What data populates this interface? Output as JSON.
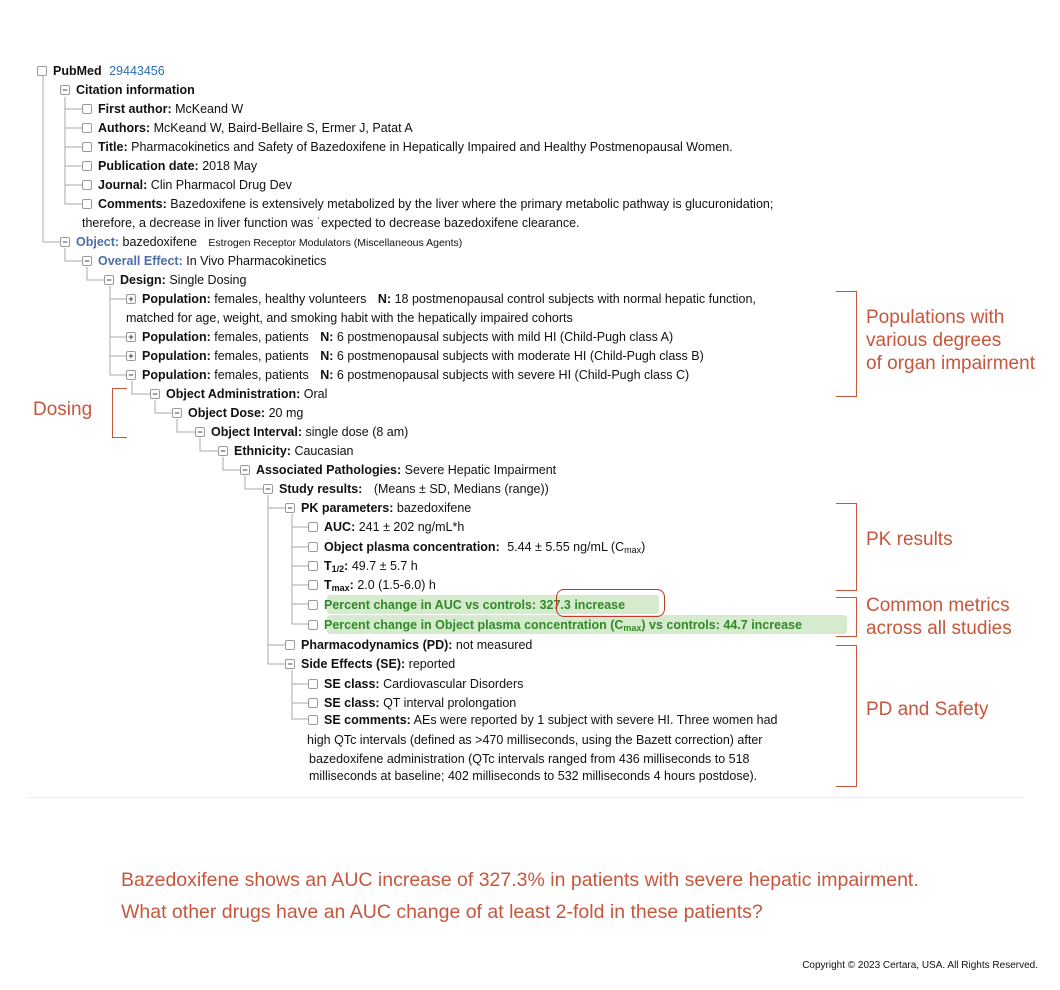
{
  "root": {
    "label": "PubMed",
    "id": "29443456"
  },
  "citation": {
    "header": "Citation information",
    "first_author": {
      "label": "First author:",
      "value": "McKeand W"
    },
    "authors": {
      "label": "Authors:",
      "value": "McKeand W, Baird-Bellaire S, Ermer J, Patat A"
    },
    "title": {
      "label": "Title:",
      "value": "Pharmacokinetics and Safety of Bazedoxifene in Hepatically Impaired and Healthy Postmenopausal Women."
    },
    "pub_date": {
      "label": "Publication date:",
      "value": "2018 May"
    },
    "journal": {
      "label": "Journal:",
      "value": "Clin Pharmacol Drug Dev"
    },
    "comments": {
      "label": "Comments:",
      "value": "Bazedoxifene is extensively metabolized by the liver where the primary metabolic pathway is glucuronidation;",
      "value2": "therefore, a decrease in liver function was ˙expected to decrease bazedoxifene clearance."
    }
  },
  "object": {
    "label": "Object:",
    "value": "bazedoxifene",
    "category": "Estrogen Receptor Modulators (Miscellaneous Agents)"
  },
  "overall_effect": {
    "label": "Overall Effect:",
    "value": "In Vivo Pharmacokinetics"
  },
  "design": {
    "label": "Design:",
    "value": "Single Dosing"
  },
  "populations": [
    {
      "label": "Population:",
      "value": "females, healthy volunteers",
      "n_label": "N:",
      "n_value": "18 postmenopausal control subjects with normal hepatic function,",
      "n_value2": "matched for age, weight, and smoking habit with the hepatically impaired cohorts"
    },
    {
      "label": "Population:",
      "value": "females, patients",
      "n_label": "N:",
      "n_value": "6 postmenopausal subjects with mild HI (Child-Pugh class A)"
    },
    {
      "label": "Population:",
      "value": "females, patients",
      "n_label": "N:",
      "n_value": "6 postmenopausal subjects with moderate HI (Child-Pugh class B)"
    },
    {
      "label": "Population:",
      "value": "females, patients",
      "n_label": "N:",
      "n_value": "6 postmenopausal subjects with severe HI (Child-Pugh class C)"
    }
  ],
  "administration": {
    "label": "Object Administration:",
    "value": "Oral"
  },
  "dose": {
    "label": "Object Dose:",
    "value": "20 mg"
  },
  "interval": {
    "label": "Object Interval:",
    "value": "single dose (8 am)"
  },
  "ethnicity": {
    "label": "Ethnicity:",
    "value": "Caucasian"
  },
  "pathologies": {
    "label": "Associated Pathologies:",
    "value": "Severe Hepatic Impairment"
  },
  "study_results": {
    "label": "Study results:",
    "value": "(Means ± SD, Medians (range))"
  },
  "pk": {
    "label": "PK parameters:",
    "value": "bazedoxifene",
    "auc": {
      "label": "AUC:",
      "value": "241 ± 202 ng/mL*h"
    },
    "cmax": {
      "label": "Object plasma concentration:",
      "value": "5.44 ± 5.55 ng/mL (C",
      "sub": "max",
      "tail": ")"
    },
    "thalf": {
      "label": "T",
      "sub": "1/2",
      "colon": ":",
      "value": "49.7 ± 5.7 h"
    },
    "tmax": {
      "label": "T",
      "sub": "max",
      "colon": ":",
      "value": "2.0 (1.5-6.0) h"
    },
    "pct_auc": {
      "label": "Percent change in AUC vs controls:",
      "value": "327.3 increase"
    },
    "pct_cmax": {
      "label": "Percent change in Object plasma concentration (C",
      "sub": "max",
      "tail": ") vs controls:",
      "value": "44.7 increase"
    }
  },
  "pd": {
    "label": "Pharmacodynamics (PD):",
    "value": "not measured"
  },
  "se": {
    "label": "Side Effects (SE):",
    "value": "reported",
    "class1": {
      "label": "SE class:",
      "value": "Cardiovascular Disorders"
    },
    "class2": {
      "label": "SE class:",
      "value": "QT interval prolongation"
    },
    "comments": {
      "label": "SE comments:",
      "value": "AEs were reported by 1 subject with severe HI. Three women had",
      "line2": "high QTc intervals (defined as >470 milliseconds, using the Bazett correction) after",
      "line3": "bazedoxifene administration (QTc intervals ranged from 436 milliseconds to 518",
      "line4": "milliseconds at  baseline; 402 milliseconds to 532 milliseconds 4 hours postdose)."
    }
  },
  "annotations": {
    "populations": [
      "Populations with",
      "various degrees",
      "of organ impairment"
    ],
    "dosing": "Dosing",
    "pk_results": "PK results",
    "common": [
      "Common metrics",
      "across all studies"
    ],
    "pd_safety": "PD and Safety"
  },
  "question": {
    "line1": "Bazedoxifene shows an AUC increase of 327.3% in patients with severe hepatic impairment.",
    "line2": "What other drugs have an AUC change of at least 2-fold in these patients?"
  },
  "copyright": "Copyright © 2023 Certara, USA. All Rights Reserved."
}
